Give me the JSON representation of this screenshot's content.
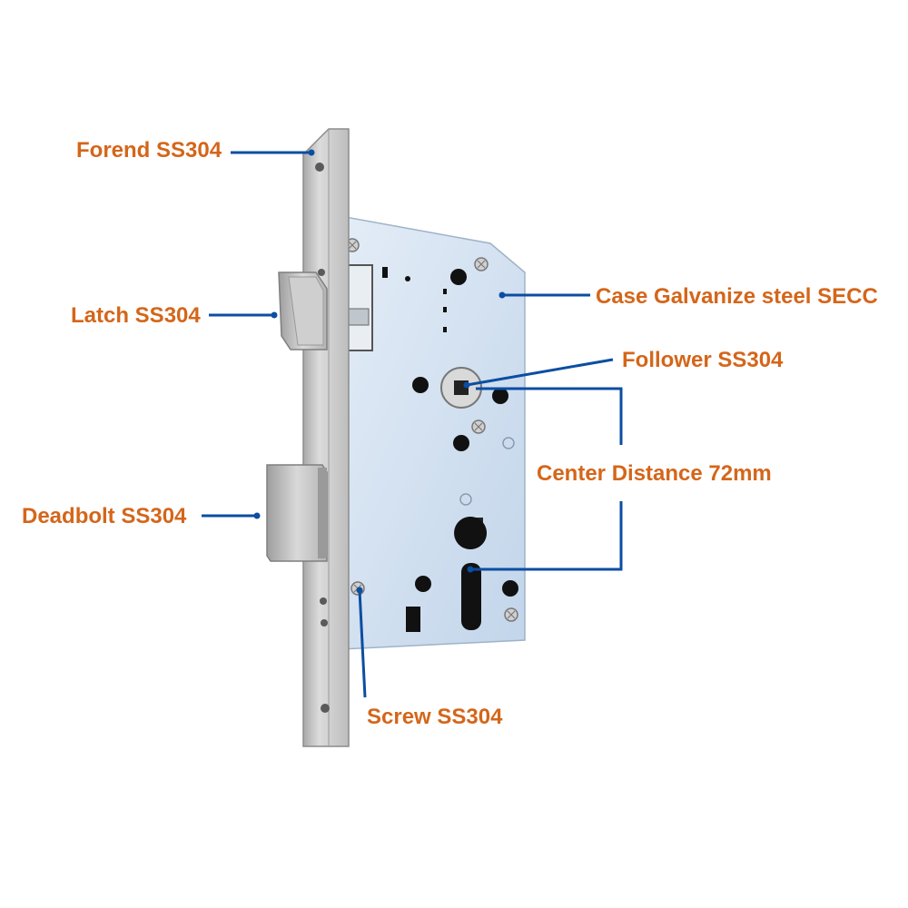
{
  "labels": {
    "forend": "Forend  SS304",
    "latch": "Latch  SS304",
    "deadbolt": "Deadbolt  SS304",
    "case": "Case  Galvanize steel SECC",
    "follower": "Follower  SS304",
    "center_distance": "Center Distance 72mm",
    "screw": "Screw  SS304"
  },
  "colors": {
    "label_text": "#d4661a",
    "leader_line": "#0b4ea2",
    "case_plate": "#cbdcee",
    "forend_plate": "#cfcfcf",
    "bolt_metal": "#c4c4c4",
    "hole": "#111111"
  }
}
